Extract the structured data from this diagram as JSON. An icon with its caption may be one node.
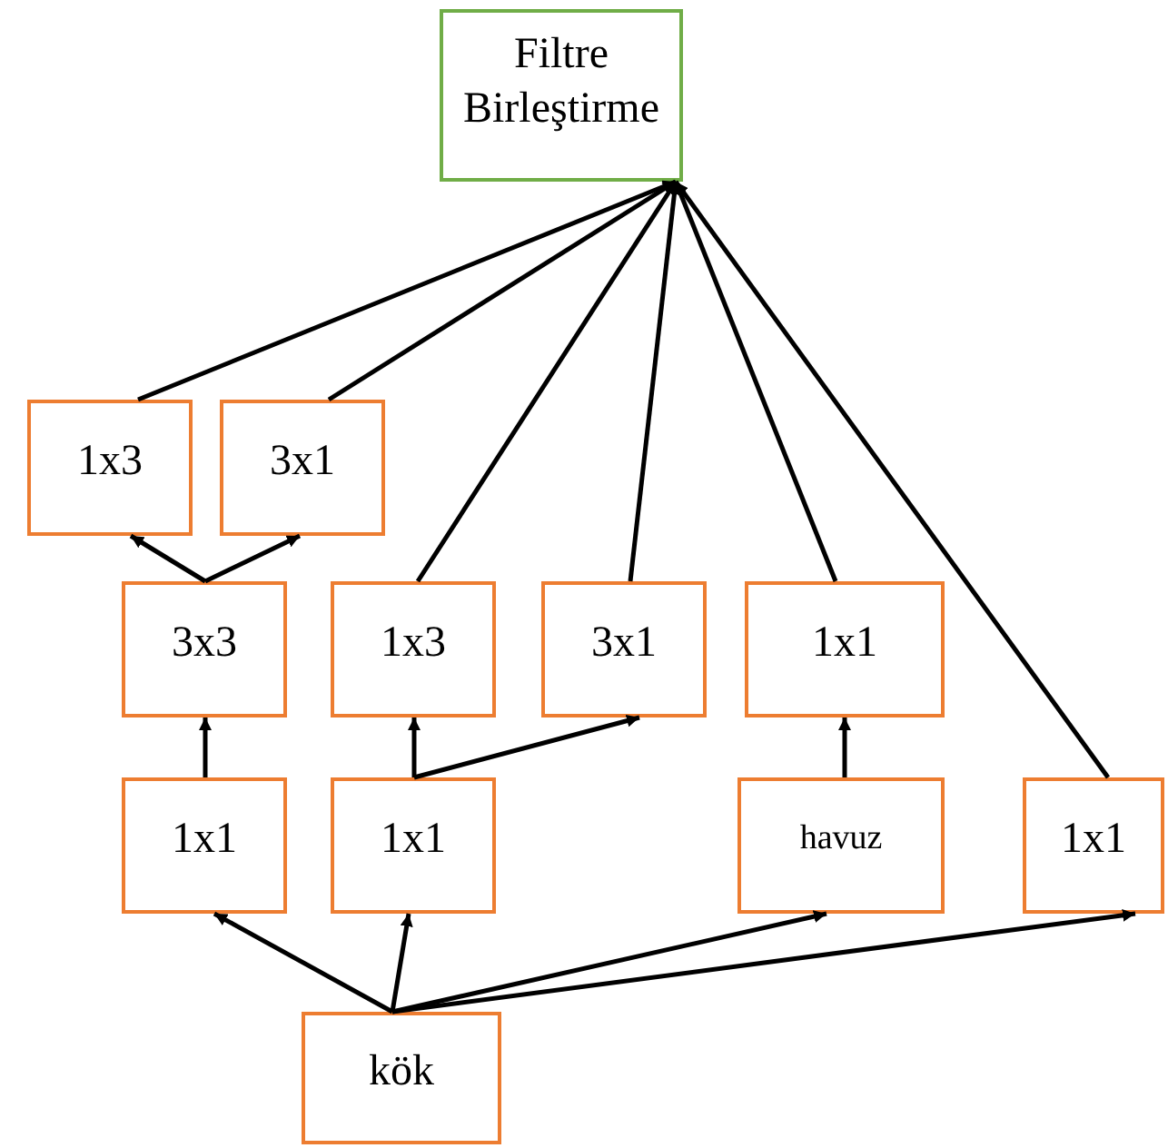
{
  "diagram": {
    "nodes": [
      {
        "text": [
          "Filtre Birleştirme"
        ]
      },
      {
        "text": [
          "1x3"
        ]
      },
      {
        "text": [
          "3x1"
        ]
      },
      {
        "text": [
          "3x3"
        ]
      },
      {
        "text": [
          "1x3"
        ]
      },
      {
        "text": [
          "3x1"
        ]
      },
      {
        "text": [
          "1x1"
        ]
      },
      {
        "text": [
          "1x1"
        ]
      },
      {
        "text": [
          "1x1"
        ]
      },
      {
        "text": [
          "havuz"
        ]
      },
      {
        "text": [
          "1x1"
        ]
      },
      {
        "text": [
          "kök"
        ]
      }
    ],
    "edges": [
      {
        "from": 1,
        "to": 0,
        "arrow": "to"
      },
      {
        "from": 2,
        "to": 0,
        "arrow": "to"
      },
      {
        "from": 4,
        "to": 0,
        "arrow": "to"
      },
      {
        "from": 5,
        "to": 0,
        "arrow": "to"
      },
      {
        "from": 6,
        "to": 0,
        "arrow": "to"
      },
      {
        "from": 10,
        "to": 0,
        "arrow": "to"
      },
      {
        "from": 3,
        "to": 1,
        "arrow": "to"
      },
      {
        "from": 3,
        "to": 2,
        "arrow": "to"
      },
      {
        "from": 7,
        "to": 3,
        "arrow": "to"
      },
      {
        "from": 8,
        "to": 4,
        "arrow": "to"
      },
      {
        "from": 8,
        "to": 5,
        "arrow": "to"
      },
      {
        "from": 9,
        "to": 6,
        "arrow": "to"
      },
      {
        "from": 11,
        "to": 7,
        "arrow": "to"
      },
      {
        "from": 11,
        "to": 8,
        "arrow": "to"
      },
      {
        "from": 11,
        "to": 9,
        "arrow": "to"
      },
      {
        "from": 11,
        "to": 10,
        "arrow": "to"
      }
    ]
  }
}
